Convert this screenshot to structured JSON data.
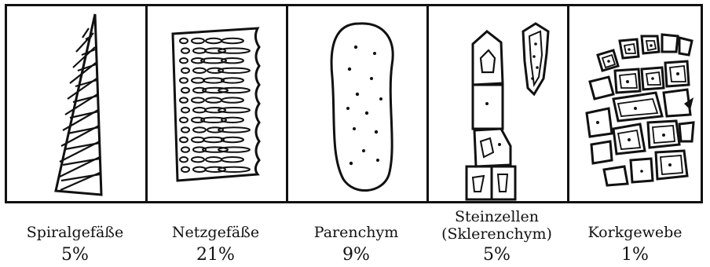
{
  "figure": {
    "panels": [
      {
        "id": "spiral",
        "name": "Spiralgefäße",
        "percent": "5%"
      },
      {
        "id": "netz",
        "name": "Netzgefäße",
        "percent": "21%"
      },
      {
        "id": "parenchym",
        "name": "Parenchym",
        "percent": "9%"
      },
      {
        "id": "stein",
        "name_line1": "Steinzellen",
        "name_line2": "(Sklerenchym)",
        "percent": "5%"
      },
      {
        "id": "kork",
        "name": "Korkgewebe",
        "percent": "1%"
      }
    ]
  }
}
